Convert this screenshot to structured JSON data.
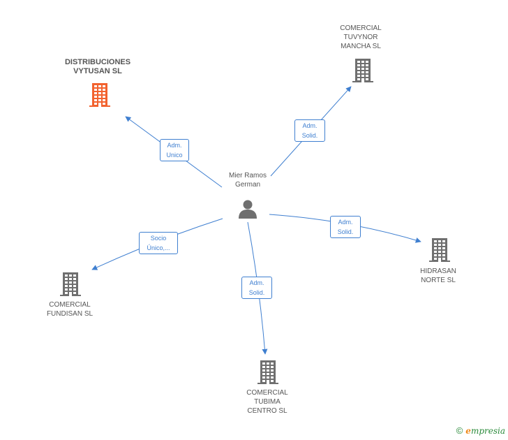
{
  "person": {
    "name": "Mier Ramos\nGerman",
    "color": "#666666"
  },
  "companies": [
    {
      "id": "distribuciones",
      "name": "DISTRIBUCIONES\nVYTUSAN SL",
      "highlight": true,
      "color": "#f2622e",
      "relation": "Adm.\nUnico"
    },
    {
      "id": "tuvynor",
      "name": "COMERCIAL\nTUVYNOR\nMANCHA SL",
      "highlight": false,
      "color": "#6f6f6f",
      "relation": "Adm.\nSolid."
    },
    {
      "id": "hidrasan",
      "name": "HIDRASAN\nNORTE SL",
      "highlight": false,
      "color": "#6f6f6f",
      "relation": "Adm.\nSolid."
    },
    {
      "id": "tubima",
      "name": "COMERCIAL\nTUBIMA\nCENTRO SL",
      "highlight": false,
      "color": "#6f6f6f",
      "relation": "Adm.\nSolid."
    },
    {
      "id": "fundisan",
      "name": "COMERCIAL\nFUNDISAN SL",
      "highlight": false,
      "color": "#6f6f6f",
      "relation": "Socio\nÚnico,..."
    }
  ],
  "edge_color": "#3f7fd0",
  "footer": {
    "copyright": "©",
    "brand_initial": "e",
    "brand_rest": "mpresia"
  }
}
